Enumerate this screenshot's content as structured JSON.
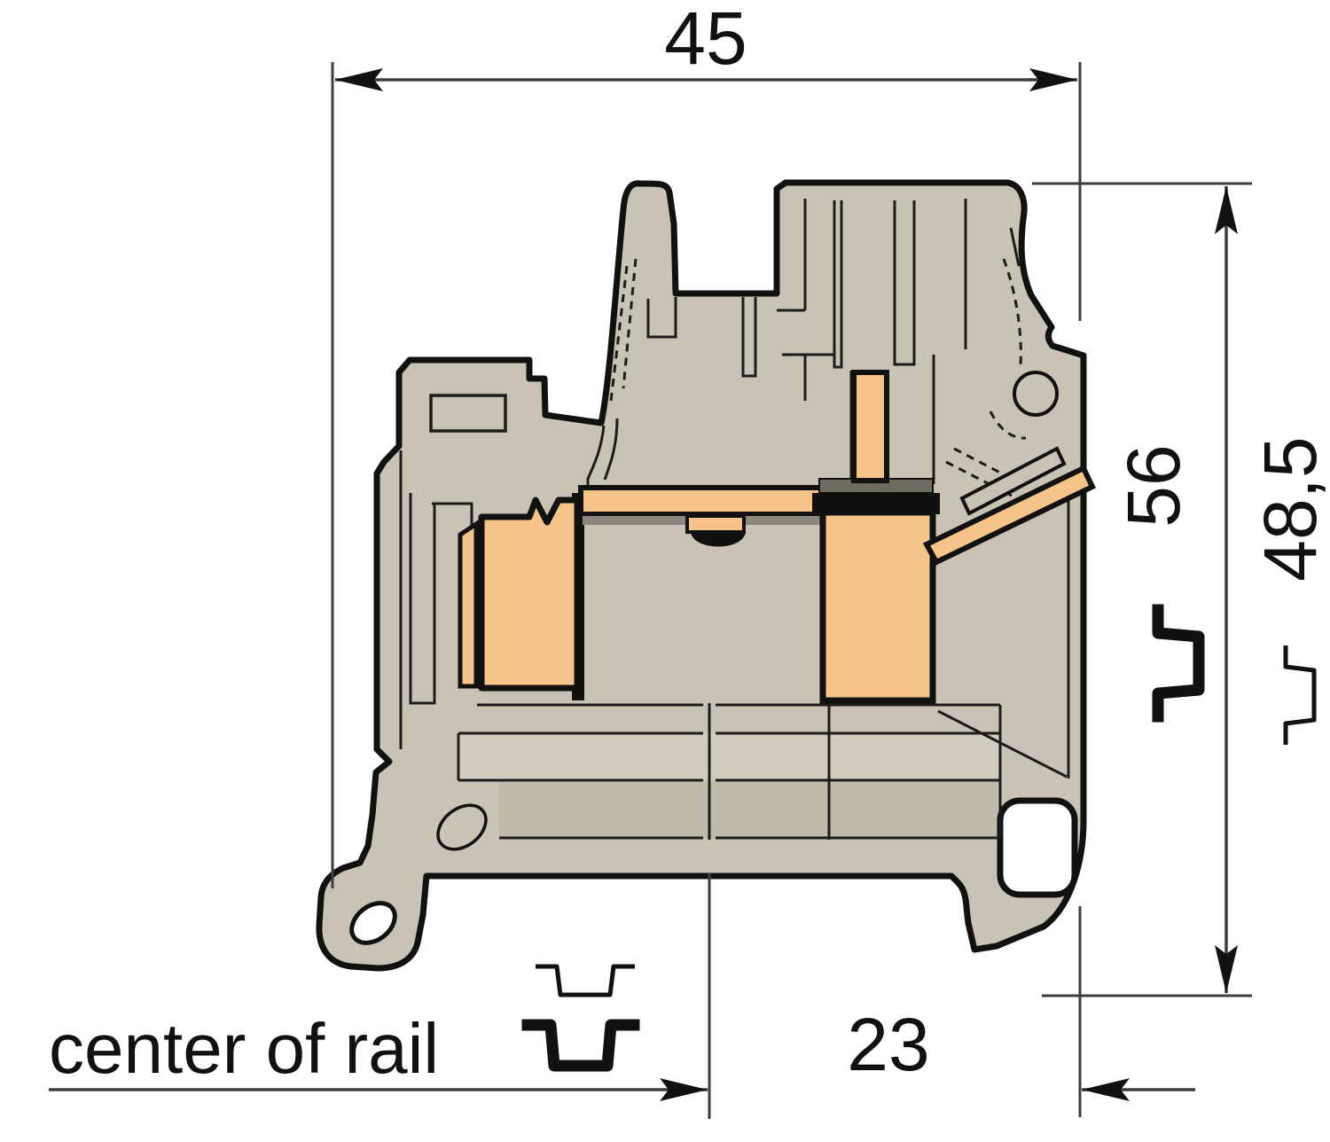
{
  "diagram": {
    "dimensions": {
      "width": {
        "value": "45"
      },
      "height_rail_high": {
        "value": "56"
      },
      "height_rail_low": {
        "value": "48,5"
      },
      "center_offset": {
        "value": "23"
      }
    },
    "labels": {
      "center_of_rail": "center of rail"
    },
    "icons": {
      "rail_deep": "din-rail-15mm-profile-icon",
      "rail_shallow": "din-rail-7.5mm-profile-icon"
    },
    "colors": {
      "background": "#ffffff",
      "body": "#c9c3b6",
      "body_light": "#d2ccbf",
      "body_dark": "#c0baab",
      "copper": "#f6c488",
      "clamp_dark": "#6f6b63",
      "steel": "#8d887d",
      "outline": "#111111",
      "dimension_line": "#3d3d3d"
    }
  }
}
